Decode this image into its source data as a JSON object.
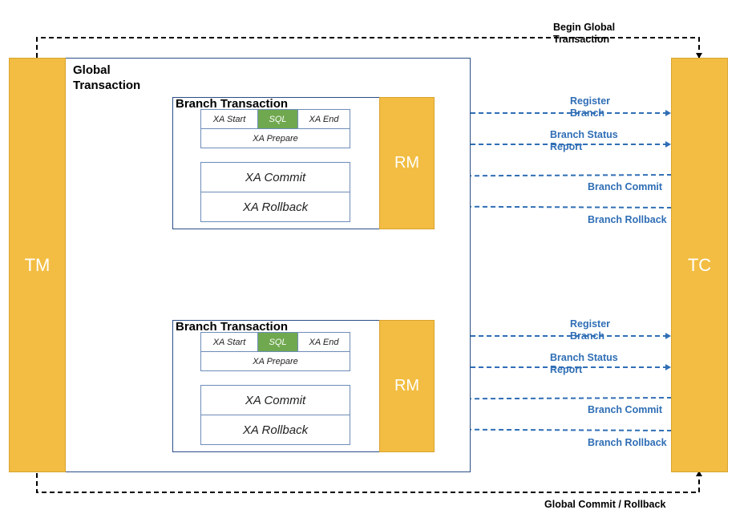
{
  "nodes": {
    "tm": "TM",
    "tc": "TC",
    "global_transaction": "Global\nTransaction"
  },
  "branches": [
    {
      "title": "Branch Transaction",
      "xa_start": "XA Start",
      "sql": "SQL",
      "xa_end": "XA End",
      "xa_prepare": "XA Prepare",
      "xa_commit": "XA Commit",
      "xa_rollback": "XA Rollback",
      "rm": "RM",
      "register_branch": "Register\nBranch",
      "branch_status_report": "Branch Status\nReport",
      "branch_commit": "Branch Commit",
      "branch_rollback": "Branch Rollback"
    },
    {
      "title": "Branch Transaction",
      "xa_start": "XA Start",
      "sql": "SQL",
      "xa_end": "XA End",
      "xa_prepare": "XA Prepare",
      "xa_commit": "XA Commit",
      "xa_rollback": "XA Rollback",
      "rm": "RM",
      "register_branch": "Register\nBranch",
      "branch_status_report": "Branch Status\nReport",
      "branch_commit": "Branch Commit",
      "branch_rollback": "Branch Rollback"
    }
  ],
  "flows": {
    "begin_global": "Begin Global\nTransaction",
    "global_commit_rollback": "Global Commit / Rollback"
  },
  "colors": {
    "node_fill": "#f2bd42",
    "sql_fill": "#70a84f",
    "arrow_blue": "#2f6eb5",
    "frame": "#2b4d86"
  }
}
